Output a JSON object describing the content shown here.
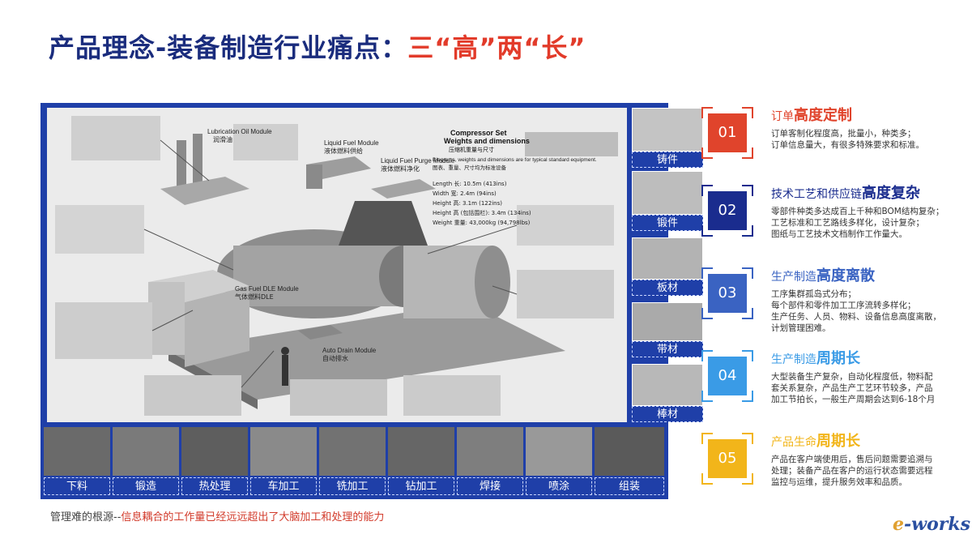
{
  "title": {
    "main": "产品理念-装备制造行业痛点：",
    "highlight": "三“高”两“长”"
  },
  "colors": {
    "title_blue": "#1a2c7d",
    "accent_red": "#e23b2a",
    "panel_blue": "#1f3fa8"
  },
  "main_image": {
    "labels": [
      "Lubrication Oil Module",
      "润滑油",
      "Liquid Fuel Module",
      "液体燃料供给",
      "Liquid Fuel Purge Module",
      "液体燃料净化",
      "Gas Fuel DLE Module",
      "气体燃料DLE",
      "Auto Drain Module",
      "自动排水"
    ],
    "spec": {
      "heading": "Compressor Set",
      "heading2": "Weights and dimensions",
      "sub": "压缩机重量与尺寸",
      "note": "Diagrams, weights and dimensions are for typical standard equipment.",
      "note_cn": "图表、重量、尺寸均为标准设备",
      "rows": [
        "Length 长:    10.5m (413ins)",
        "Width 宽:     2.4m (94ins)",
        "Height 高:    3.1m (122ins)",
        "Height 高 (包括围栏): 3.4m (134ins)",
        "Weight 重量: 43,000kg (94,798lbs)"
      ]
    }
  },
  "materials": [
    "铸件",
    "锻件",
    "板材",
    "带材",
    "棒材"
  ],
  "processes": [
    "下料",
    "锻造",
    "热处理",
    "车加工",
    "铣加工",
    "钻加工",
    "焊接",
    "喷涂",
    "组装"
  ],
  "footer": {
    "prefix": "管理难的根源--",
    "text": "信息耦合的工作量已经远远超出了大脑加工和处理的能力"
  },
  "items": [
    {
      "num": "01",
      "pre": "订单",
      "em": "高度定制",
      "color": "#e0442c",
      "desc": [
        "订单客制化程度高，批量小，种类多；",
        "订单信息量大，有很多特殊要求和标准。"
      ]
    },
    {
      "num": "02",
      "pre": "技术工艺和供应链",
      "em": "高度复杂",
      "color": "#1a2c8e",
      "desc": [
        "零部件种类多达成百上千种和BOM结构复杂；",
        "工艺标准和工艺路线多样化，设计复杂；",
        "图纸与工艺技术文档制作工作量大。"
      ]
    },
    {
      "num": "03",
      "pre": "生产制造",
      "em": "高度离散",
      "color": "#3a63c2",
      "desc": [
        "工序集群孤岛式分布；",
        "每个部件和零件加工工序流转多样化；",
        "生产任务、人员、物料、设备信息高度离散，",
        "计划管理困难。"
      ]
    },
    {
      "num": "04",
      "pre": "生产制造",
      "em": "周期长",
      "color": "#3a9be6",
      "desc": [
        "大型装备生产复杂，自动化程度低，物料配",
        "套关系复杂，产品生产工艺环节较多，产品",
        "加工节拍长，一般生产周期会达到6-18个月"
      ]
    },
    {
      "num": "05",
      "pre": "产品生命",
      "em": "周期长",
      "color": "#f2b51a",
      "desc": [
        "产品在客户端使用后，售后问题需要追溯与",
        "处理；装备产品在客户的运行状态需要远程",
        "监控与运维，提升服务效率和品质。"
      ]
    }
  ],
  "logo": {
    "e": "e",
    "rest": "-works"
  }
}
